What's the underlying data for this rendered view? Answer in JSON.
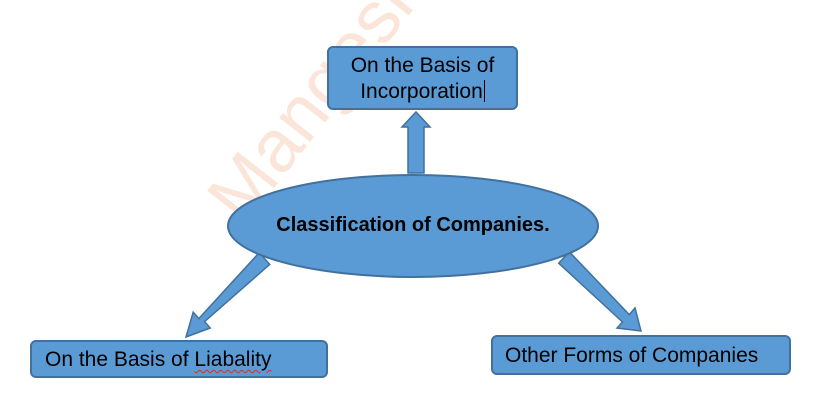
{
  "watermark": "Mangesh Velekar, RSC",
  "center": {
    "label": "Classification of Companies."
  },
  "top_box": {
    "line1": "On the Basis of",
    "line2": "Incorporation"
  },
  "left_box": {
    "prefix": "On the Basis of ",
    "misspelled_word": "Liabality"
  },
  "right_box": {
    "label": "Other Forms of Companies"
  },
  "colors": {
    "fill": "#5b9bd5",
    "stroke": "#41719c"
  }
}
